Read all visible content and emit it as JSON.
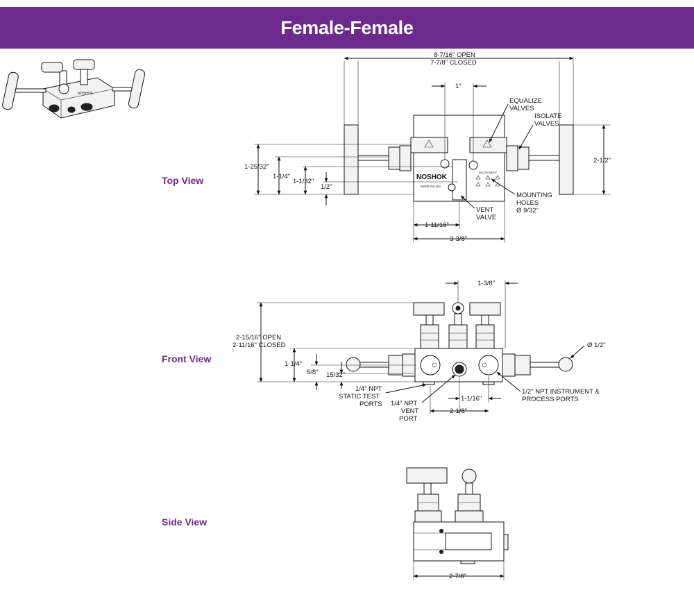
{
  "title": "Female-Female",
  "views": {
    "top": "Top View",
    "front": "Front View",
    "side": "Side View"
  },
  "labels": {
    "open_width": "8-7/16\" OPEN",
    "closed_width": "7-7/8\" CLOSED",
    "one_inch": "1\"",
    "equalize_1": "EQUALIZE",
    "equalize_2": "VALVES",
    "isolate_1": "ISOLATE",
    "isolate_2": "VALVES",
    "dim_1_25_32": "1-25/32\"",
    "dim_1_1_4_top": "1-1/4\"",
    "dim_1_1_32": "1-1/32\"",
    "dim_1_2": "1/2\"",
    "dim_2_1_2": "2-1/2\"",
    "mounting_1": "MOUNTING",
    "mounting_2": "HOLES",
    "mounting_3": "Ø 9/32\"",
    "vent_valve_1": "VENT",
    "vent_valve_2": "VALVE",
    "dim_1_11_16": "1-11/16\"",
    "dim_3_3_8": "3-3/8\"",
    "dim_1_3_8": "1-3/8\"",
    "front_open": "2-15/16\" OPEN",
    "front_closed": "2-11/16\" CLOSED",
    "dim_1_1_4_front": "1-1/4\"",
    "dim_5_8": "5/8\"",
    "dim_15_32": "15/32\"",
    "dia_1_2": "Ø 1/2\"",
    "static_1": "1/4\" NPT",
    "static_2": "STATIC TEST",
    "static_3": "PORTS",
    "vent_port_1": "1/4\" NPT",
    "vent_port_2": "VENT",
    "vent_port_3": "PORT",
    "dim_1_1_16": "1-1/16\"",
    "dim_2_1_8": "2-1/8\"",
    "npt_instr_1": "1/2\" NPT INSTRUMENT &",
    "npt_instr_2": "PROCESS PORTS",
    "dim_2_7_8": "2-7/8\"",
    "brand": "NOSHOK",
    "made_in": "MADE IN USA",
    "instrument": "INSTRUMENT"
  },
  "colors": {
    "banner": "#6b2a8c",
    "view_label": "#6b2a8c"
  }
}
